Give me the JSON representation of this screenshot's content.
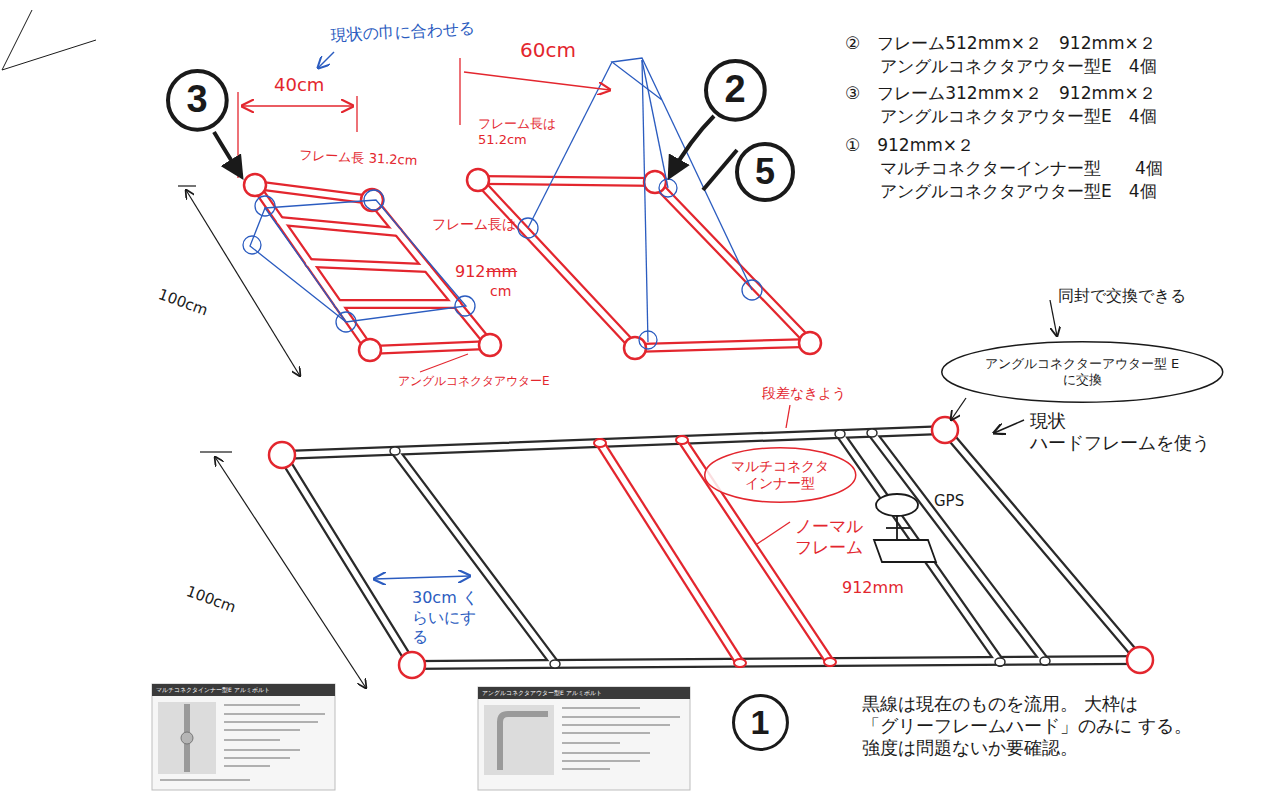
{
  "diagram": {
    "nodes": [
      {
        "text": [
          "3"
        ]
      },
      {
        "text": [
          "2"
        ]
      },
      {
        "text": [
          "5"
        ]
      },
      {
        "text": [
          "アングルコネクターアウター型 E に交換"
        ]
      },
      {
        "text": [
          "マルチコネクタ インナー型"
        ]
      },
      {
        "text": [
          "1"
        ]
      }
    ],
    "labels": [
      "②　フレーム512mm×２　912mm×２",
      "アングルコネクタアウター型E　4個",
      "③　フレーム312mm×２　912mm×２",
      "アングルコネクタアウター型E　4個",
      "①　912mm×２",
      "マルチコネクターインナー型　　4個",
      "アングルコネクタアウター型E　4個",
      "現状の巾に合わせる",
      "40cm",
      "60cm",
      "フレーム長 31.2cm",
      "フレーム長は 51.2cm",
      "フレーム長は",
      "912",
      "mm",
      "cm",
      "100cm",
      "アングルコネクタアウターE",
      "同封で交換できる",
      "現状 ハードフレームを使う",
      "段差なきよう",
      "ノーマル フレーム",
      "912mm",
      "GPS",
      "100cm",
      "30cm くらいにする",
      "黒線は現在のものを流用。 大枠は「グリーフレームハード」のみに する。強度は問題ないか要確認。",
      "マルチコネクタインナー型E アルミボルト",
      "アングルコネクタアウター型E アルミボルト"
    ]
  }
}
